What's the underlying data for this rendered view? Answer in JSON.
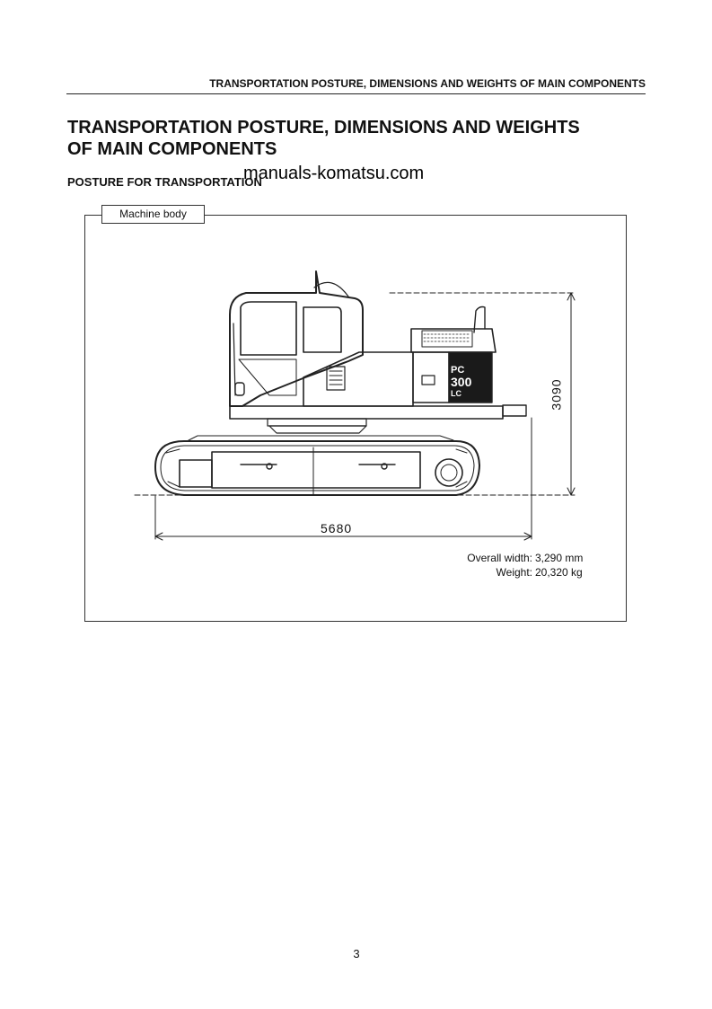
{
  "header": {
    "running_title": "TRANSPORTATION POSTURE, DIMENSIONS AND WEIGHTS OF MAIN COMPONENTS"
  },
  "title": {
    "line1": "TRANSPORTATION POSTURE, DIMENSIONS AND WEIGHTS",
    "line2": "OF MAIN COMPONENTS"
  },
  "section": {
    "heading": "POSTURE FOR TRANSPORTATION"
  },
  "watermark": "manuals-komatsu.com",
  "figure": {
    "tab_label": "Machine body",
    "length_dim": "5680",
    "height_dim": "3090",
    "body_badge": [
      "PC",
      "300",
      "LC"
    ],
    "specs": [
      {
        "label": "Overall width:",
        "value": "3,290 mm"
      },
      {
        "label": "Weight:",
        "value": "20,320 kg"
      }
    ]
  },
  "footer": {
    "page_number": "3"
  }
}
